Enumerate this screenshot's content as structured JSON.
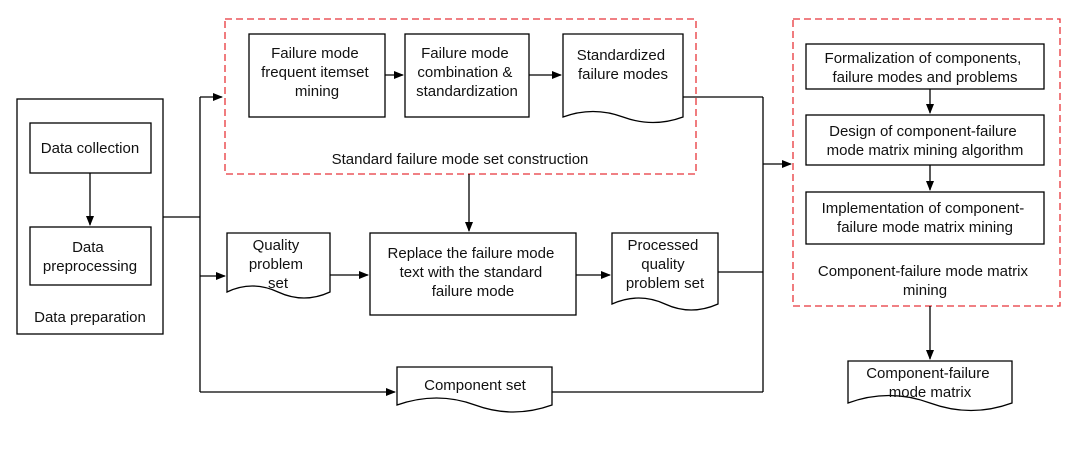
{
  "diagram": {
    "data_preparation": {
      "label": "Data preparation",
      "collection": [
        "Data collection"
      ],
      "preprocessing": [
        "Data",
        "preprocessing"
      ]
    },
    "standard_set": {
      "label": "Standard failure mode set construction",
      "itemset_mining": [
        "Failure mode",
        "frequent itemset",
        "mining"
      ],
      "combination": [
        "Failure mode",
        "combination &",
        "standardization"
      ],
      "standardized_modes": [
        "Standardized",
        "failure modes"
      ]
    },
    "quality_problem_set": [
      "Quality",
      "problem",
      "set"
    ],
    "replace_text": [
      "Replace the failure mode",
      "text with the standard",
      "failure mode"
    ],
    "processed_set": [
      "Processed",
      "quality",
      "problem set"
    ],
    "component_set": [
      "Component set"
    ],
    "matrix_mining": {
      "label": [
        "Component-failure mode matrix",
        "mining"
      ],
      "formalization": [
        "Formalization of components,",
        "failure modes and problems"
      ],
      "design": [
        "Design of component-failure",
        "mode matrix mining algorithm"
      ],
      "implementation": [
        "Implementation of component-",
        "failure mode matrix mining"
      ]
    },
    "output_matrix": [
      "Component-failure",
      "mode matrix"
    ]
  },
  "colors": {
    "dashed_border": "#e8353a",
    "stroke": "#000000"
  }
}
